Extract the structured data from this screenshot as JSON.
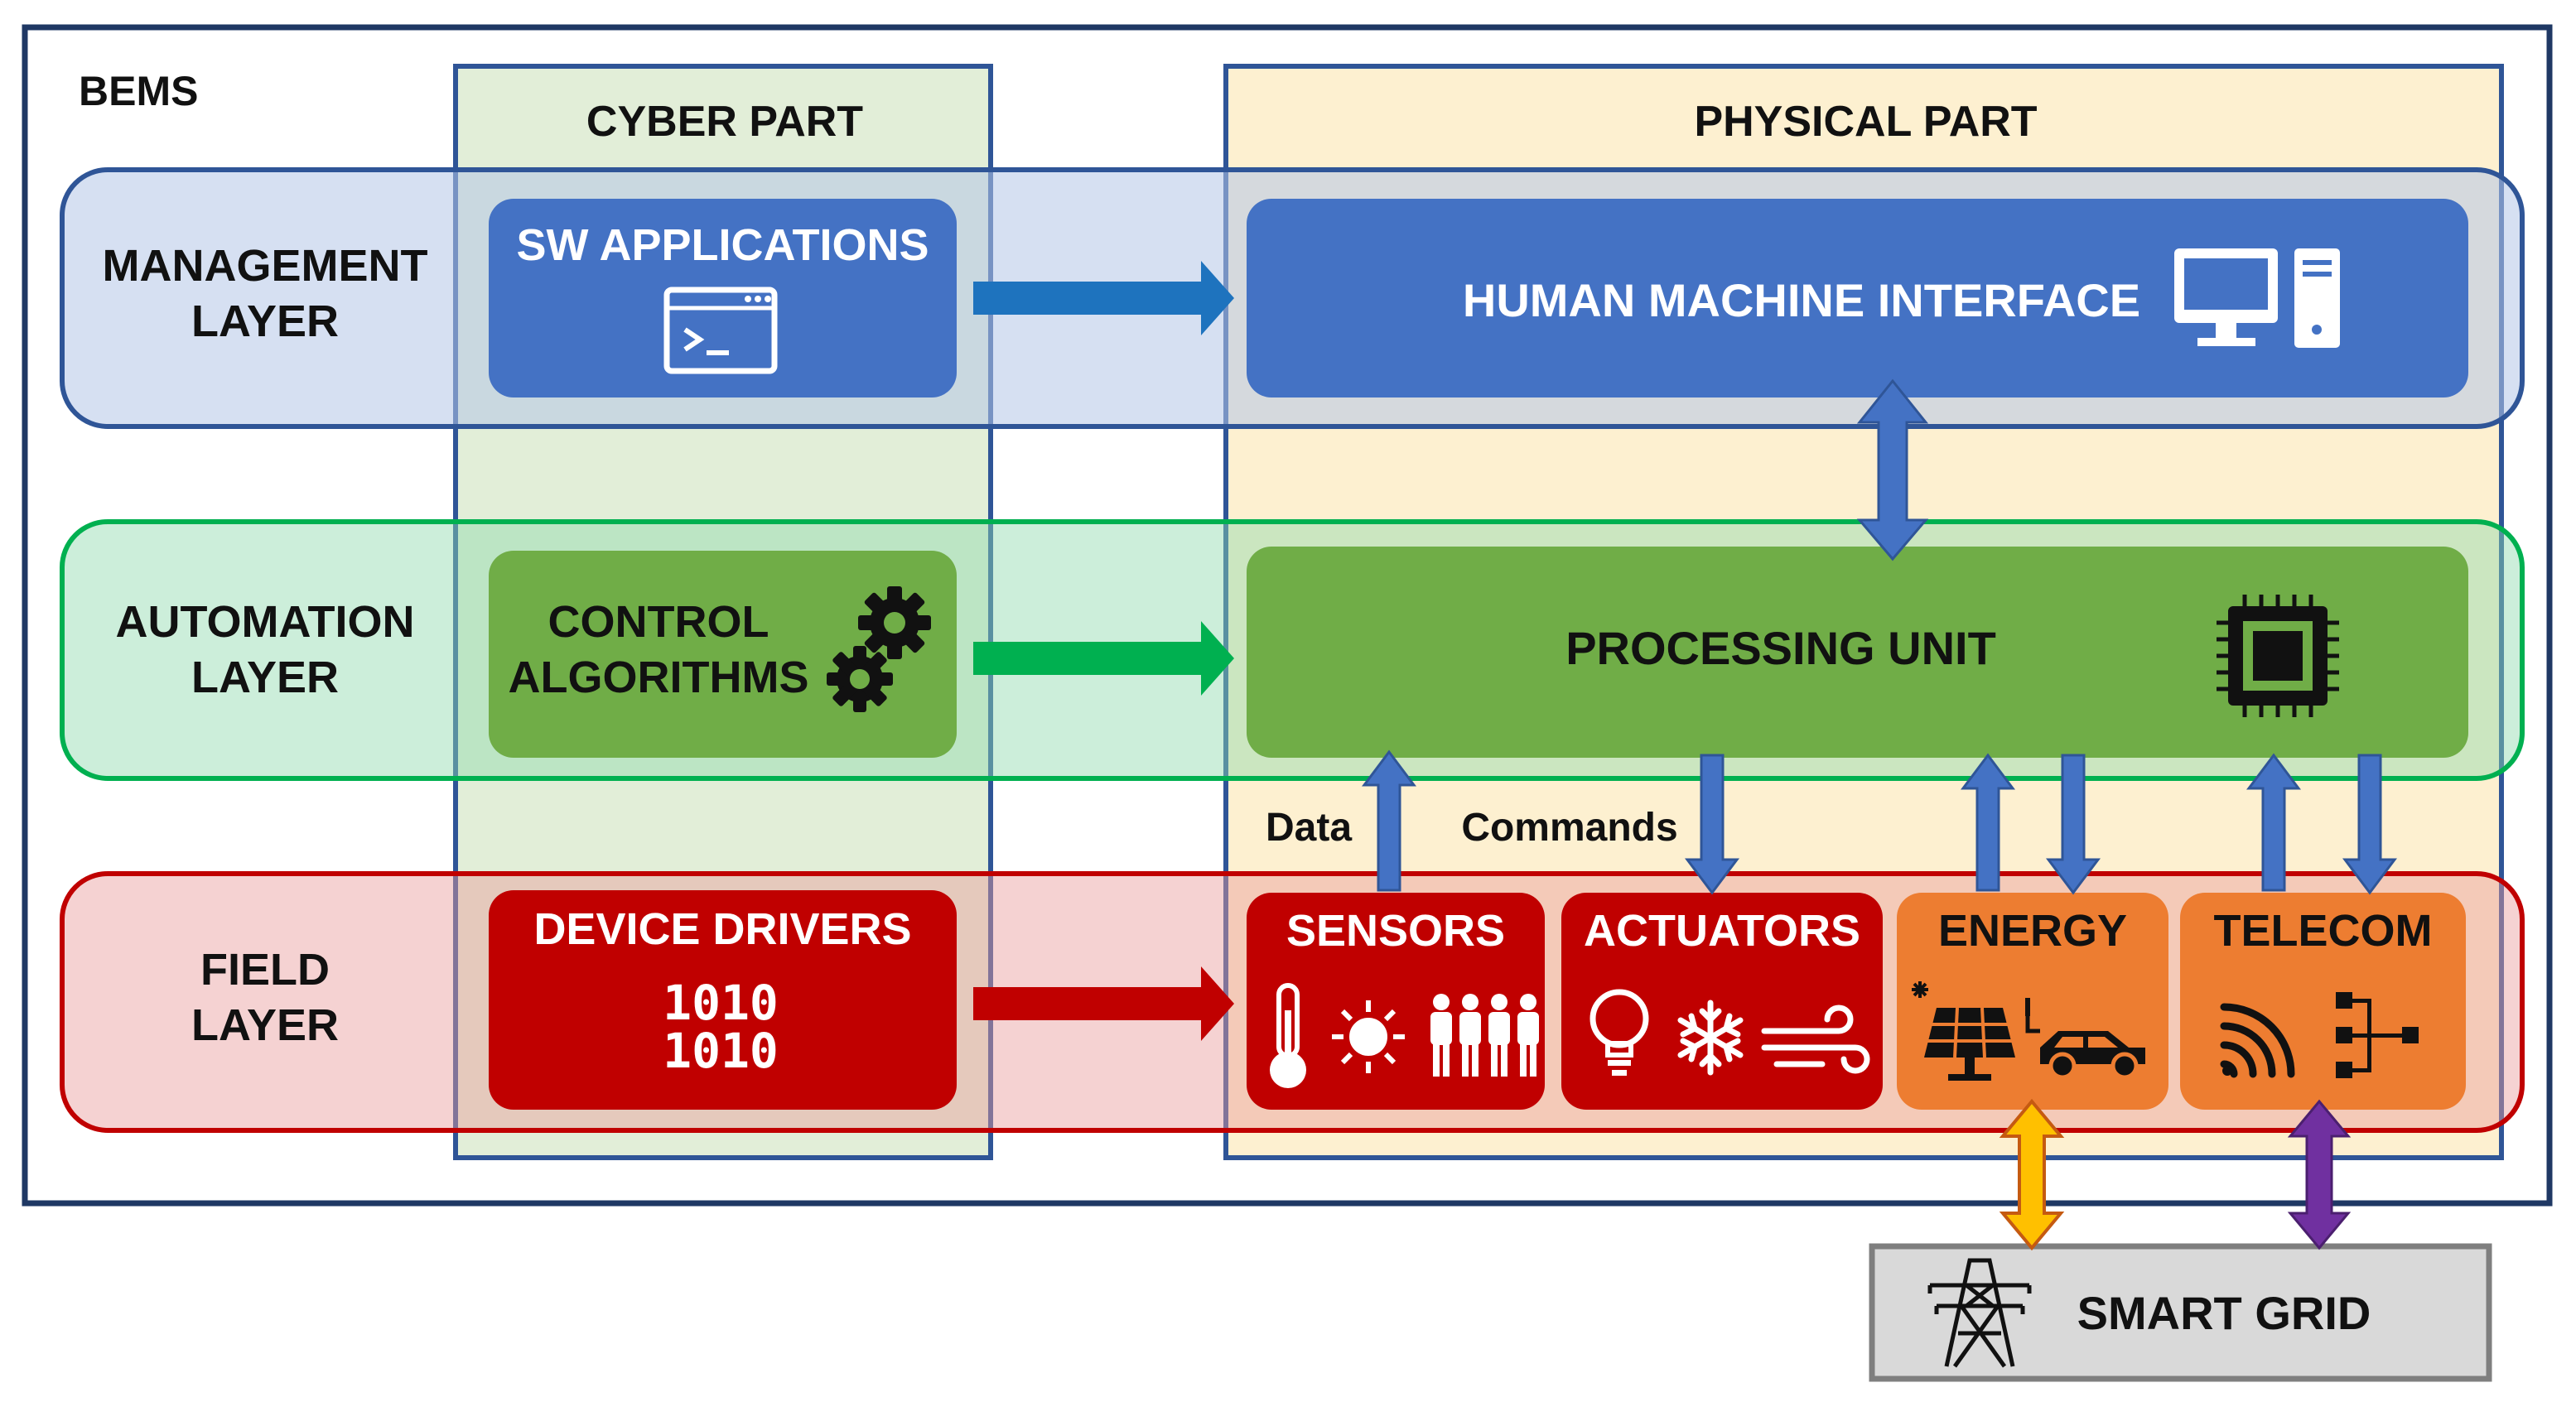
{
  "system_label": "BEMS",
  "columns": {
    "cyber": "CYBER PART",
    "physical": "PHYSICAL PART"
  },
  "layers": {
    "management": [
      "MANAGEMENT",
      "LAYER"
    ],
    "automation": [
      "AUTOMATION",
      "LAYER"
    ],
    "field": [
      "FIELD",
      "LAYER"
    ]
  },
  "cyber_blocks": {
    "sw_applications": "SW APPLICATIONS",
    "control_algorithms": [
      "CONTROL",
      "ALGORITHMS"
    ],
    "device_drivers": "DEVICE DRIVERS",
    "binary_glyph": [
      "1010",
      "1010"
    ]
  },
  "physical_blocks": {
    "hmi": "HUMAN MACHINE INTERFACE",
    "processing_unit": "PROCESSING UNIT",
    "sensors": "SENSORS",
    "actuators": "ACTUATORS",
    "energy": "ENERGY",
    "telecom": "TELECOM"
  },
  "flow_labels": {
    "data": "Data",
    "commands": "Commands"
  },
  "external": {
    "smart_grid": "SMART GRID"
  },
  "colors": {
    "frame_navy": "#1f3864",
    "management_fill": "#d3dff0",
    "management_border": "#2f5597",
    "automation_fill": "#bfe8cf",
    "automation_border": "#00b050",
    "field_fill": "#f0c6c6",
    "field_border": "#c00000",
    "cyber_fill": "#e2eed8",
    "physical_fill": "#fdf0d0",
    "blue_block": "#4472c4",
    "green_block": "#70ad47",
    "red_block": "#c00000",
    "orange_block": "#ed7d31",
    "blue_arrow": "#4472c4",
    "green_arrow": "#00b050",
    "red_arrow": "#c00000",
    "yellow_arrow": "#ffc000",
    "purple_arrow": "#7030a0",
    "smart_grid_fill": "#d9d9d9"
  },
  "icons": [
    "terminal-icon",
    "gears-icon",
    "computer-icon",
    "cpu-chip-icon",
    "thermometer-icon",
    "sun-icon",
    "people-icon",
    "light-bulb-icon",
    "snowflake-icon",
    "wind-icon",
    "solar-panel-icon",
    "electric-car-icon",
    "wifi-icon",
    "network-icon",
    "transmission-tower-icon"
  ]
}
